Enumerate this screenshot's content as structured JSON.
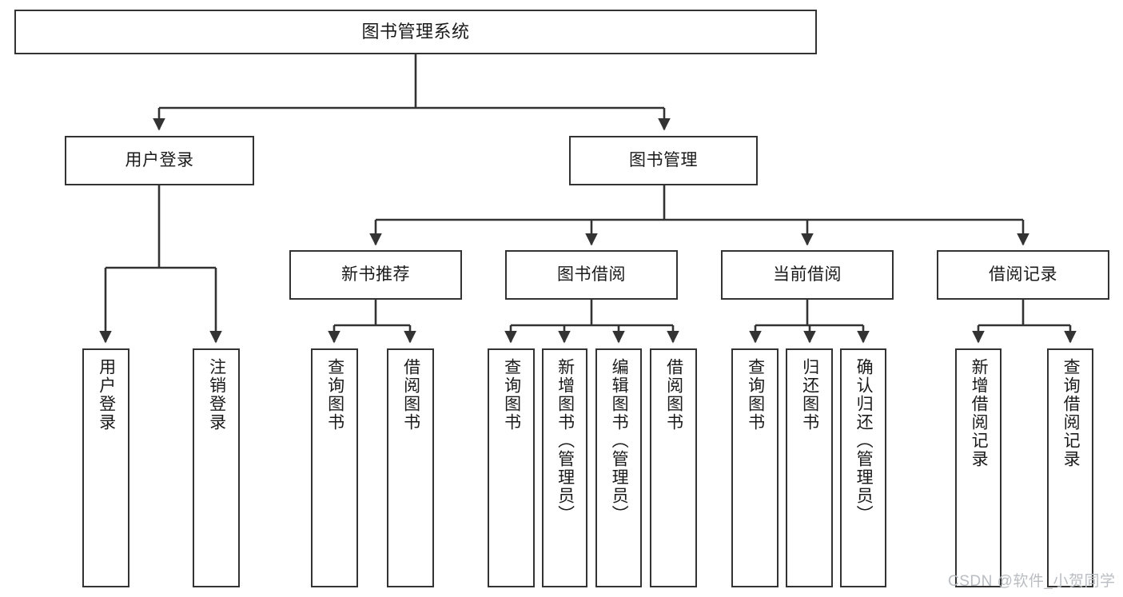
{
  "diagram": {
    "title": "图书管理系统",
    "type": "tree",
    "stroke_color": "#333333",
    "fill_color": "#ffffff",
    "text_color": "#1a1a1a"
  },
  "watermark": {
    "text": "CSDN @软件_小贺同学",
    "color": "#b9bdc2"
  },
  "nodes": {
    "root": {
      "label": "图书管理系统"
    },
    "level2": [
      {
        "label": "用户登录"
      },
      {
        "label": "图书管理"
      }
    ],
    "level3": [
      {
        "label": "新书推荐"
      },
      {
        "label": "图书借阅"
      },
      {
        "label": "当前借阅"
      },
      {
        "label": "借阅记录"
      }
    ],
    "leaves_user_login": [
      {
        "label": "用户登录"
      },
      {
        "label": "注销登录"
      }
    ],
    "leaves_new_book": [
      {
        "label": "查询图书"
      },
      {
        "label": "借阅图书"
      }
    ],
    "leaves_borrow": [
      {
        "label": "查询图书"
      },
      {
        "label": "新增图书（管理员）"
      },
      {
        "label": "编辑图书（管理员）"
      },
      {
        "label": "借阅图书"
      }
    ],
    "leaves_current": [
      {
        "label": "查询图书"
      },
      {
        "label": "归还图书"
      },
      {
        "label": "确认归还（管理员）"
      }
    ],
    "leaves_record": [
      {
        "label": "新增借阅记录"
      },
      {
        "label": "查询借阅记录"
      }
    ]
  }
}
